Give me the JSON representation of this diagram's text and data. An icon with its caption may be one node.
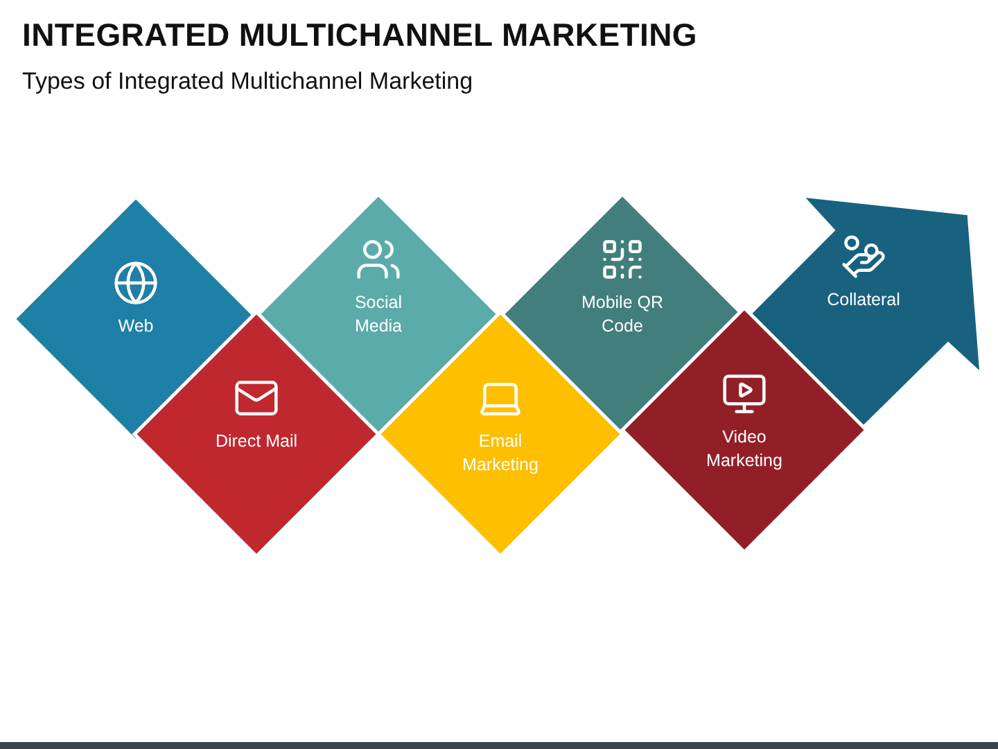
{
  "diagram": {
    "title": "INTEGRATED MULTICHANNEL MARKETING",
    "caption": "Types of Integrated Multichannel Marketing",
    "nodes": [
      {
        "text": [
          "Web"
        ]
      },
      {
        "text": [
          "Direct Mail"
        ]
      },
      {
        "text": [
          "Social Media"
        ]
      },
      {
        "text": [
          "Email Marketing"
        ]
      },
      {
        "text": [
          "Mobile QR Code"
        ]
      },
      {
        "text": [
          "Video Marketing"
        ]
      },
      {
        "text": [
          "Collateral"
        ]
      }
    ],
    "edges": []
  }
}
